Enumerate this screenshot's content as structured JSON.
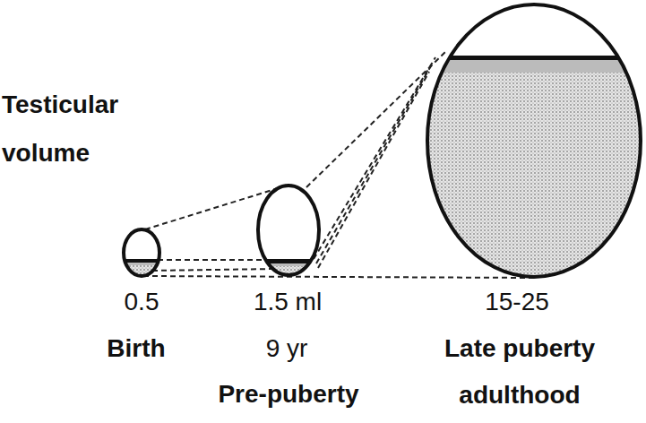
{
  "diagram": {
    "labels": [
      "Testicular volume",
      "0.5",
      "1.5 ml",
      "15-25",
      "Birth",
      "9 yr",
      "Pre-puberty",
      "Late puberty adulthood"
    ]
  }
}
